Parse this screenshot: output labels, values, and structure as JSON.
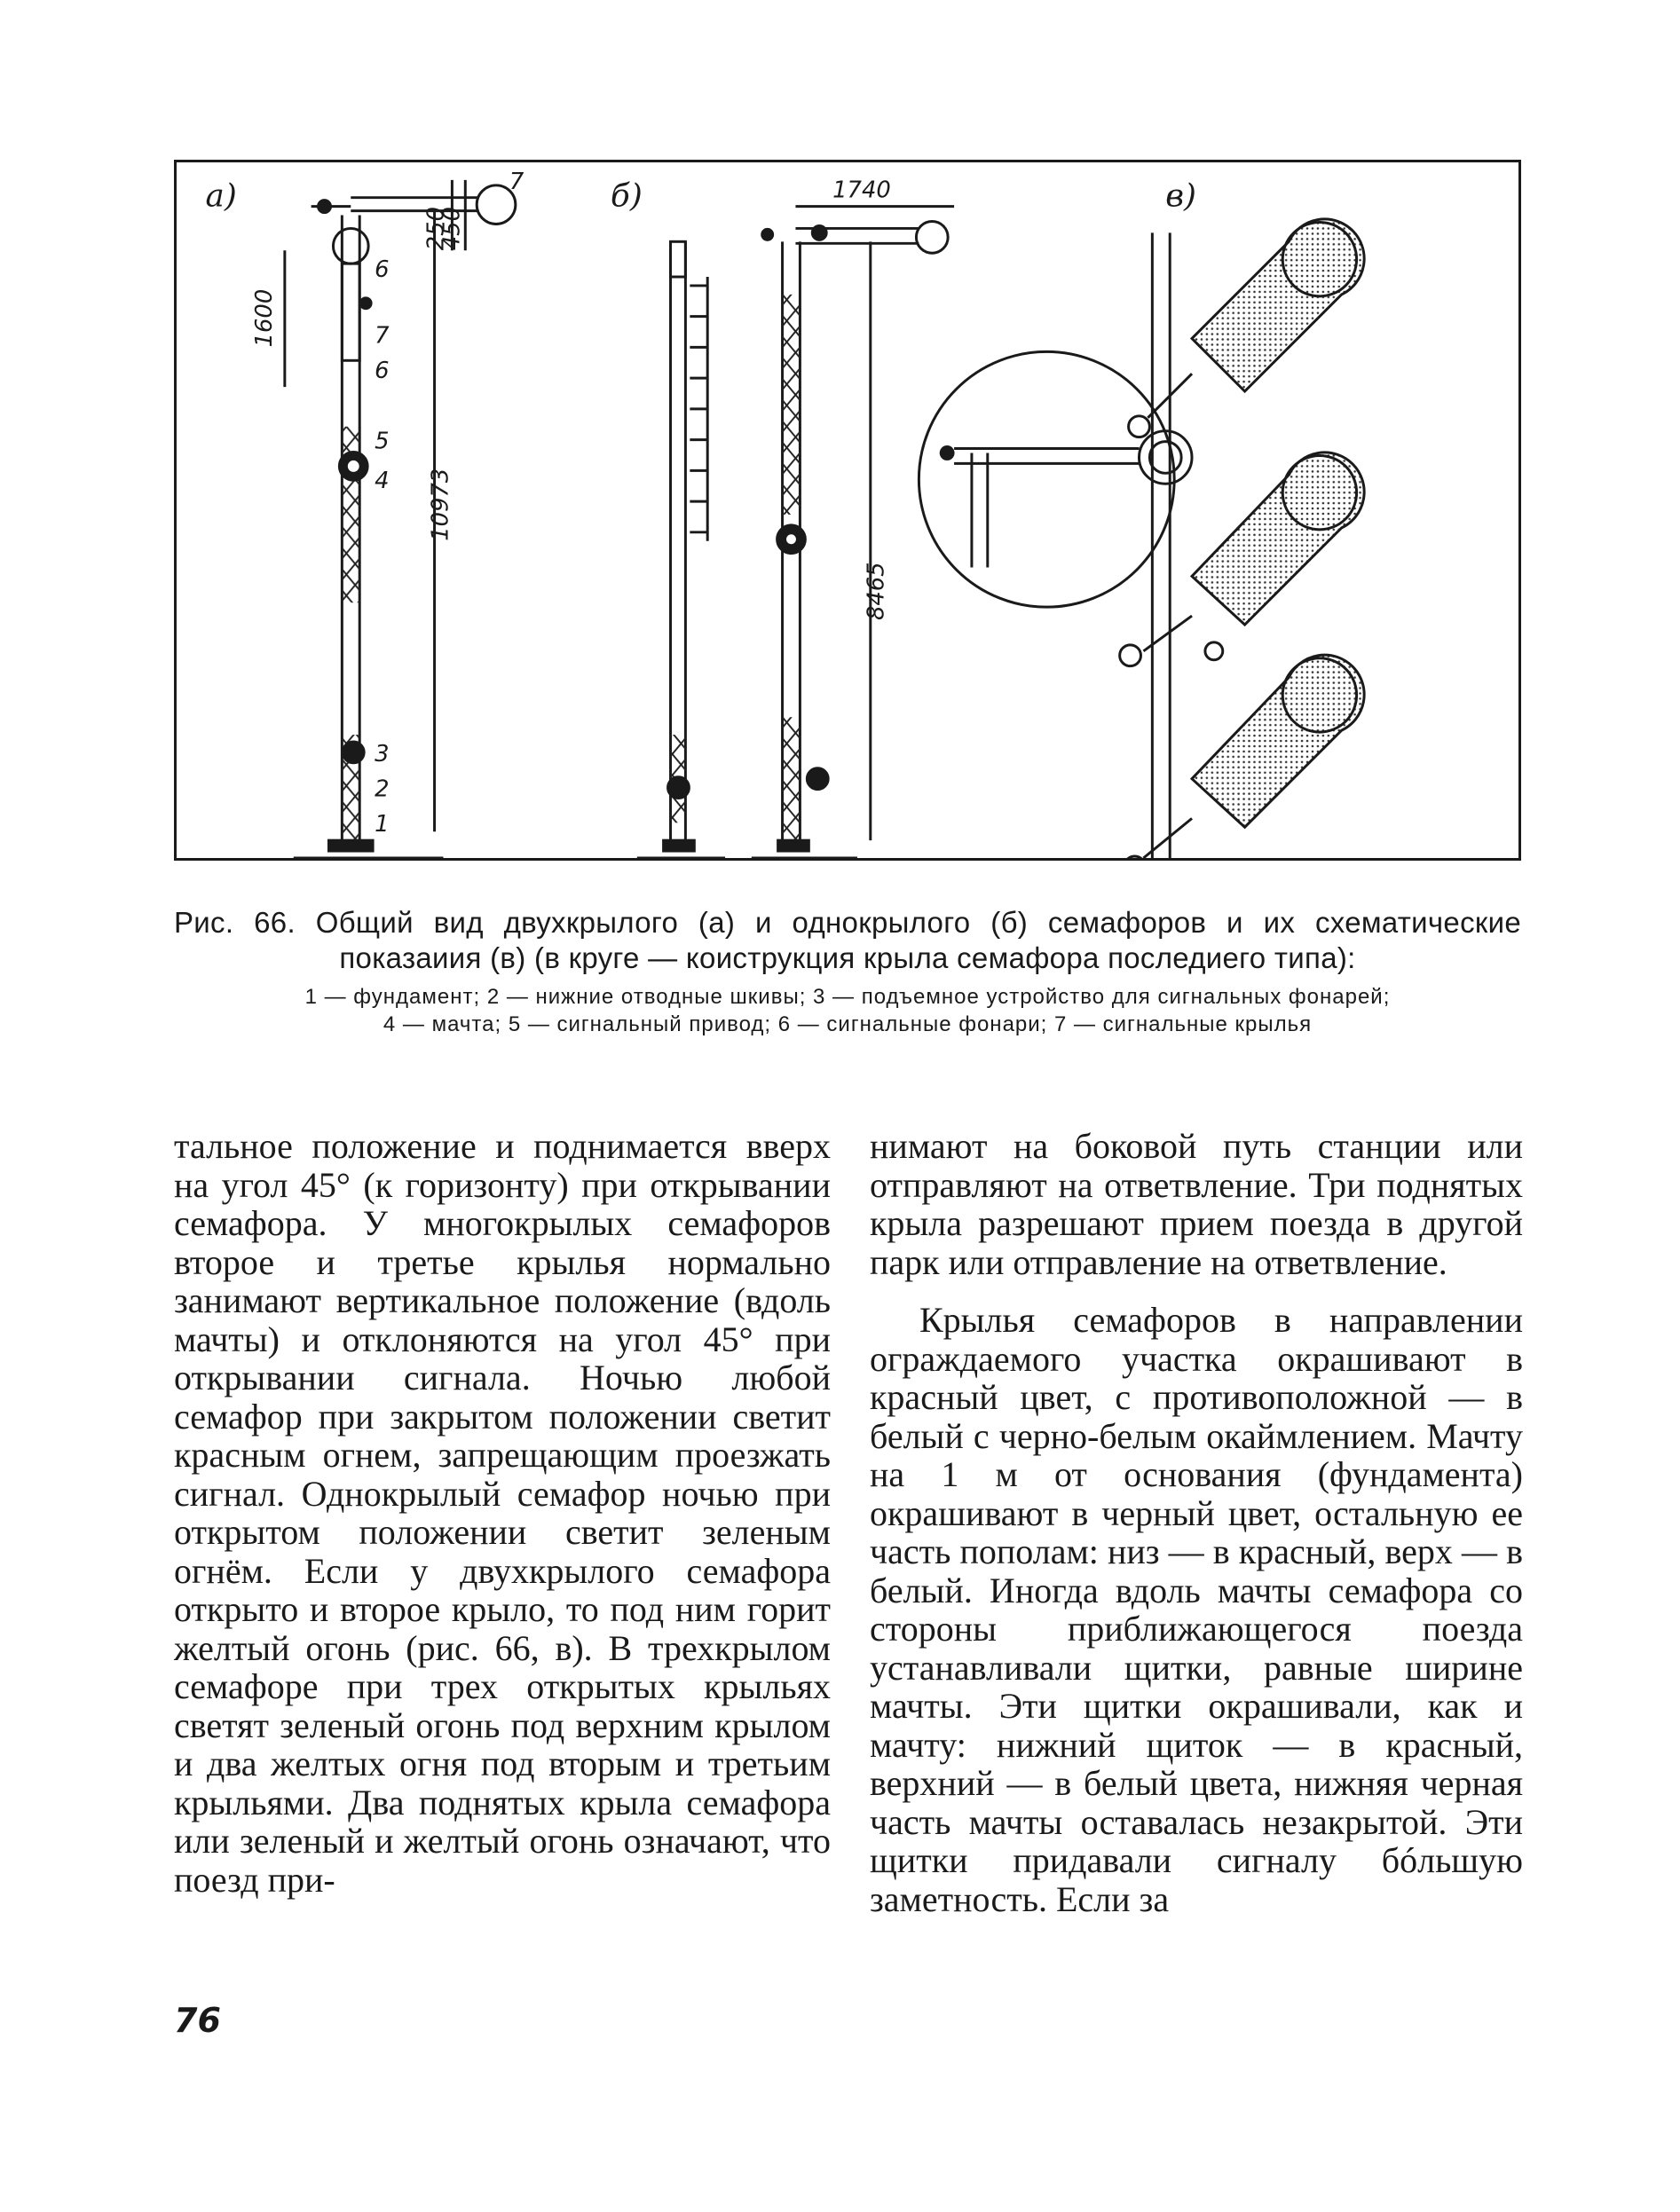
{
  "figure": {
    "panel_labels": {
      "a": "a)",
      "b": "б)",
      "c": "в)"
    },
    "dimensions": {
      "a_1600": "1600",
      "a_250": "250",
      "a_450": "450",
      "a_10973": "10973",
      "b_1740": "1740",
      "b_8465": "8465"
    },
    "callouts": [
      "7",
      "6",
      "7",
      "6",
      "5",
      "4",
      "3",
      "2",
      "1"
    ]
  },
  "caption": {
    "main": "Рис. 66. Общий вид двухкрылого (а) и однокрылого (б) семафоров и их схематические показаиия (в) (в круге — коиструкция крыла семафора последиего типа):",
    "legend_line1": "1 — фундамент; 2 — нижние отводные шкивы; 3 — подъемное устройство для сигнальных фонарей;",
    "legend_line2": "4 — мачта; 5 — сигнальный привод; 6 — сигнальные фонари; 7 — сигнальные крылья"
  },
  "text": {
    "left_column": "тальное положение и поднимается вверх на угол 45° (к горизонту) при открывании семафора. У многокрылых семафоров второе и третье крылья нормально занимают вертикальное положение (вдоль мачты) и отклоняются на угол 45° при открывании сигнала. Ночью любой семафор при закрытом положении светит красным огнем, запрещающим проезжать сигнал. Однокрылый семафор ночью при открытом положении светит зеленым огнём. Если у двухкрылого семафора открыто и второе крыло, то под ним горит желтый огонь (рис. 66, в). В трехкрылом семафоре при трех открытых крыльях светят зеленый огонь под верхним крылом и два желтых огня под вторым и третьим крыльями. Два поднятых крыла семафора или зеленый и желтый огонь означают, что поезд при-",
    "right_column_p1": "нимают на боковой путь станции или отправляют на ответвление. Три поднятых крыла разрешают прием поезда в другой парк или отправление на ответвление.",
    "right_column_p2": "Крылья семафоров в направлении ограждаемого участка окрашивают в красный цвет, с противоположной — в белый с черно-белым окаймлением. Мачту на 1 м от основания (фундамента) окрашивают в черный цвет, остальную ее часть пополам: низ — в красный, верх — в белый. Иногда вдоль мачты семафора со стороны приближающегося поезда устанавливали щитки, равные ширине мачты. Эти щитки окрашивали, как и мачту: нижний щиток — в красный, верхний — в белый цвета, нижняя черная часть мачты оставалась незакрытой. Эти щитки придавали сигналу бóльшую заметность. Если за"
  },
  "page_number": "76"
}
